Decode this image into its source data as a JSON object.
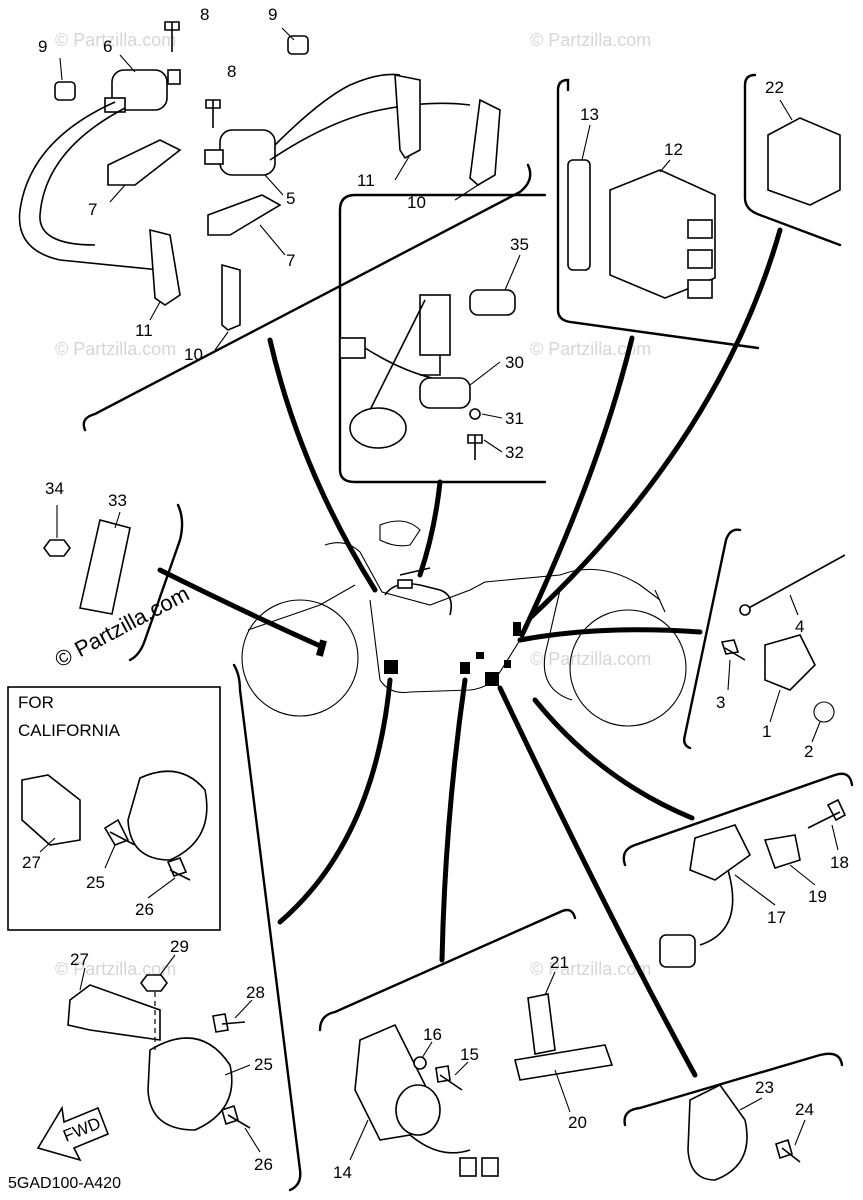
{
  "watermark": "© Partzilla.com",
  "diagram_code": "5GAD100-A420",
  "california_box": {
    "line1": "FOR",
    "line2": "CALIFORNIA"
  },
  "fwd_label": "FWD",
  "callouts": {
    "c1": "1",
    "c2": "2",
    "c3": "3",
    "c4": "4",
    "c5": "5",
    "c6": "6",
    "c7a": "7",
    "c7b": "7",
    "c8a": "8",
    "c8b": "8",
    "c9a": "9",
    "c9b": "9",
    "c10a": "10",
    "c10b": "10",
    "c11a": "11",
    "c11b": "11",
    "c12": "12",
    "c13": "13",
    "c14": "14",
    "c15": "15",
    "c16": "16",
    "c17": "17",
    "c18": "18",
    "c19": "19",
    "c20": "20",
    "c21": "21",
    "c22": "22",
    "c23": "23",
    "c24": "24",
    "c25a": "25",
    "c25b": "25",
    "c26a": "26",
    "c26b": "26",
    "c27a": "27",
    "c27b": "27",
    "c28": "28",
    "c29": "29",
    "c30": "30",
    "c31": "31",
    "c32": "32",
    "c33": "33",
    "c34": "34",
    "c35": "35"
  }
}
